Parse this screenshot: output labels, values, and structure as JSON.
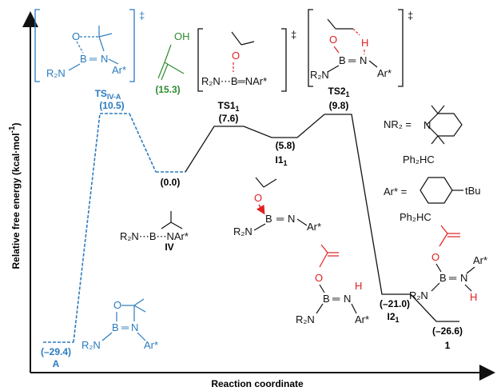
{
  "axes": {
    "y_label": "Relative free energy (kcal·mol",
    "y_label_sup": "-1",
    "y_label_close": ")",
    "x_label": "Reaction coordinate"
  },
  "colors": {
    "blue": "#2b7bbf",
    "red": "#e02020",
    "green": "#2e8b2e",
    "black": "#111111"
  },
  "states": {
    "A": {
      "name": "A",
      "energy": "(–29.4)"
    },
    "TSIVA": {
      "name": "TS",
      "sub": "IV-A",
      "energy": "(10.5)"
    },
    "enol": {
      "energy": "(15.3)",
      "oh": "OH"
    },
    "IV": {
      "name": "IV",
      "energy": "(0.0)"
    },
    "TS1": {
      "name": "TS1",
      "sub": "1",
      "energy": "(7.6)"
    },
    "I1": {
      "name": "I1",
      "sub": "1",
      "energy": "(5.8)"
    },
    "TS2": {
      "name": "TS2",
      "sub": "1",
      "energy": "(9.8)"
    },
    "I2": {
      "name": "I2",
      "sub": "1",
      "energy": "(–21.0)"
    },
    "P1": {
      "name": "1",
      "energy": "(–26.6)"
    }
  },
  "chem": {
    "ts_mark": "‡",
    "O": "O",
    "B": "B",
    "N": "N",
    "H": "H",
    "R2N": "R₂N",
    "Ar": "Ar*",
    "R2N_dash_B_NAr": "R₂N⋯B⋯NAr*",
    "R2N_dash_B_eq_NAr": "R₂N⋯B═NAr*",
    "NR2_def": "NR₂ =",
    "Ar_def": "Ar* =",
    "Ph2HC": "Ph₂HC",
    "tBu": "tBu"
  }
}
